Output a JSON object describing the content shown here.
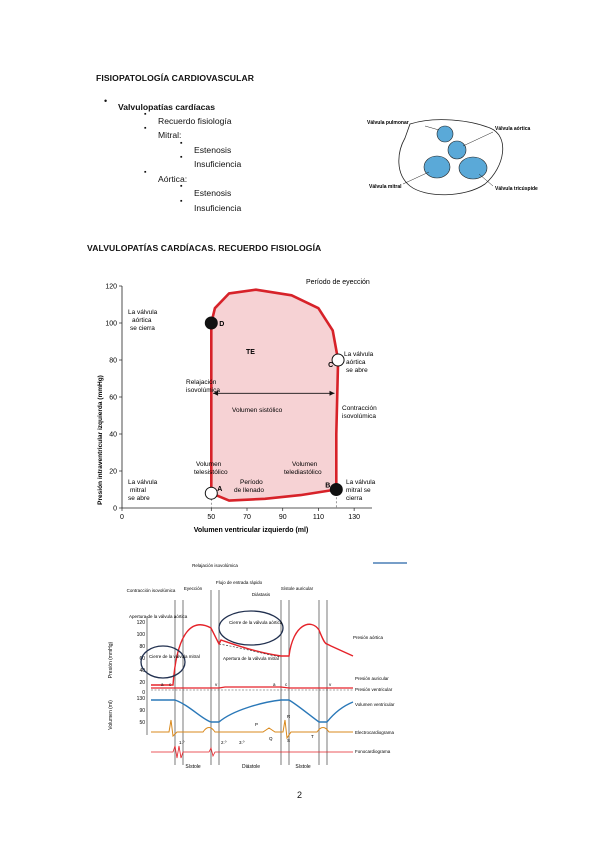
{
  "section1": {
    "title": "FISIOPATOLOGÍA CARDIOVASCULAR",
    "list": {
      "item": "Valvulopatías cardíacas",
      "sub": [
        {
          "label": "Recuerdo fisiología",
          "children": []
        },
        {
          "label": "Mitral:",
          "children": [
            "Estenosis",
            "Insuficiencia"
          ]
        },
        {
          "label": "Aórtica:",
          "children": [
            "Estenosis",
            "Insuficiencia"
          ]
        }
      ]
    }
  },
  "valves_figure": {
    "pulmonar": "Válvula pulmonar",
    "aortica": "Válvula aórtica",
    "mitral": "Válvula mitral",
    "tricuspide": "Válvula tricúspide"
  },
  "section2": {
    "title": "VALVULOPATÍAS CARDÍACAS. RECUERDO FISIOLOGÍA"
  },
  "pv_loop": {
    "ylabel": "Presión intraventricular izquierda (mmHg)",
    "xlabel": "Volumen ventricular izquierdo (ml)",
    "labels": {
      "periodo_eyeccion": "Período de eyección",
      "aortica_cierra": [
        "La válvula",
        "aórtica",
        "se cierra"
      ],
      "aortica_abre": [
        "La válvula",
        "aórtica",
        "se abre"
      ],
      "te": "TE",
      "relajacion": [
        "Relajación",
        "isovolúmica"
      ],
      "volumen_sistolico": "Volumen sistólico",
      "contraccion": [
        "Contracción",
        "isovolúmica"
      ],
      "vol_telesistolico": [
        "Volumen",
        "telesistólico"
      ],
      "vol_telediastolico": [
        "Volumen",
        "telediastólico"
      ],
      "periodo_llenado": [
        "Período",
        "de llenado"
      ],
      "mitral_abre": [
        "La válvula",
        "mitral",
        "se abre"
      ],
      "mitral_cierra": [
        "La válvula",
        "mitral se",
        "cierra"
      ],
      "points": [
        "A",
        "B",
        "C",
        "D"
      ]
    }
  },
  "chart_data": {
    "type": "line",
    "title": "",
    "xlabel": "Volumen ventricular izquierdo (ml)",
    "ylabel": "Presión intraventricular izquierda (mmHg)",
    "xlim": [
      0,
      140
    ],
    "ylim": [
      0,
      120
    ],
    "x_ticks": [
      "0",
      "50",
      "70",
      "90",
      "110",
      "130"
    ],
    "y_ticks": [
      "0",
      "20",
      "40",
      "60",
      "80",
      "100",
      "120"
    ],
    "series": [
      {
        "x": [
          50,
          60,
          80,
          100,
          120,
          120,
          121,
          118,
          110,
          95,
          75,
          60,
          52,
          50,
          50,
          50
        ],
        "y": [
          8,
          4,
          5,
          7,
          10,
          40,
          80,
          96,
          108,
          115,
          118,
          116,
          108,
          100,
          40,
          8
        ]
      }
    ],
    "points": [
      {
        "label": "A",
        "x": 50,
        "y": 8
      },
      {
        "label": "B",
        "x": 120,
        "y": 10
      },
      {
        "label": "C",
        "x": 121,
        "y": 80
      },
      {
        "label": "D",
        "x": 50,
        "y": 100
      }
    ]
  },
  "wiggers": {
    "phase_labels": [
      "Contracción isovolúmica",
      "Eyección",
      "Relajación isovolúmica",
      "Flujo de entrada rápido",
      "Diástasis",
      "Sístole auricular"
    ],
    "left_labels": [
      "Apertura de la válvula aórtica",
      "Cierre de la válvula mitral"
    ],
    "mid_labels": [
      "Cierre de la válvula aórtica",
      "Apertura de la válvula mitral"
    ],
    "y_axis1": "Presión (mmHg)",
    "y_axis2": "Volumen (ml)",
    "y_ticks1": [
      "120",
      "100",
      "80",
      "60",
      "40",
      "20",
      "0"
    ],
    "y_ticks2": [
      "130",
      "90",
      "50"
    ],
    "curves": [
      "Presión aórtica",
      "Presión auricular",
      "Presión ventricular",
      "Volumen ventricular",
      "Electrocardiograma",
      "Fonocardiograma"
    ],
    "waves": [
      "a",
      "c",
      "v",
      "a",
      "c",
      "v",
      "R",
      "P",
      "Q",
      "S",
      "T"
    ],
    "sounds": [
      "1.º",
      "2.º",
      "3.º"
    ],
    "bottom": [
      "Sístole",
      "Diástole",
      "Sístole"
    ]
  },
  "page_number": "2",
  "colors": {
    "loop_red": "#d72229",
    "fill_pink": "#f6d2d4",
    "valve_blue": "#5aa9d8",
    "aortic_red": "#e5232a",
    "vol_blue": "#2a78b8",
    "ecg_orange": "#d9891c",
    "circle_navy": "#21304f"
  }
}
